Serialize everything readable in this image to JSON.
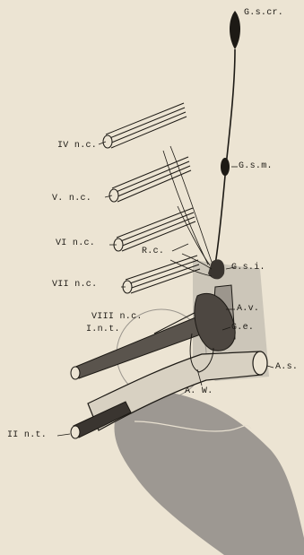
{
  "colors": {
    "paper": "#ece4d3",
    "ink": "#1d1a15",
    "gray_region": "#8f8b86",
    "gray_light": "#b7b2a9",
    "nerve_fill": "#3a3530"
  },
  "labels": {
    "g_s_cr": "G.s.cr.",
    "g_s_m": "G.s.m.",
    "iv_nc": "IV n.c.",
    "v_nc": "V. n.c.",
    "vi_nc": "VI n.c.",
    "rc": "R.c.",
    "g_s_i": "G.s.i.",
    "vii_nc": "VII n.c.",
    "a_v": "A.v.",
    "viii_nc": "VIII n.c.",
    "i_nt": "I.n.t.",
    "g_e": "G.e.",
    "a_s": "A.s.",
    "a_w": "A. W.",
    "ii_nt": "II n.t."
  }
}
